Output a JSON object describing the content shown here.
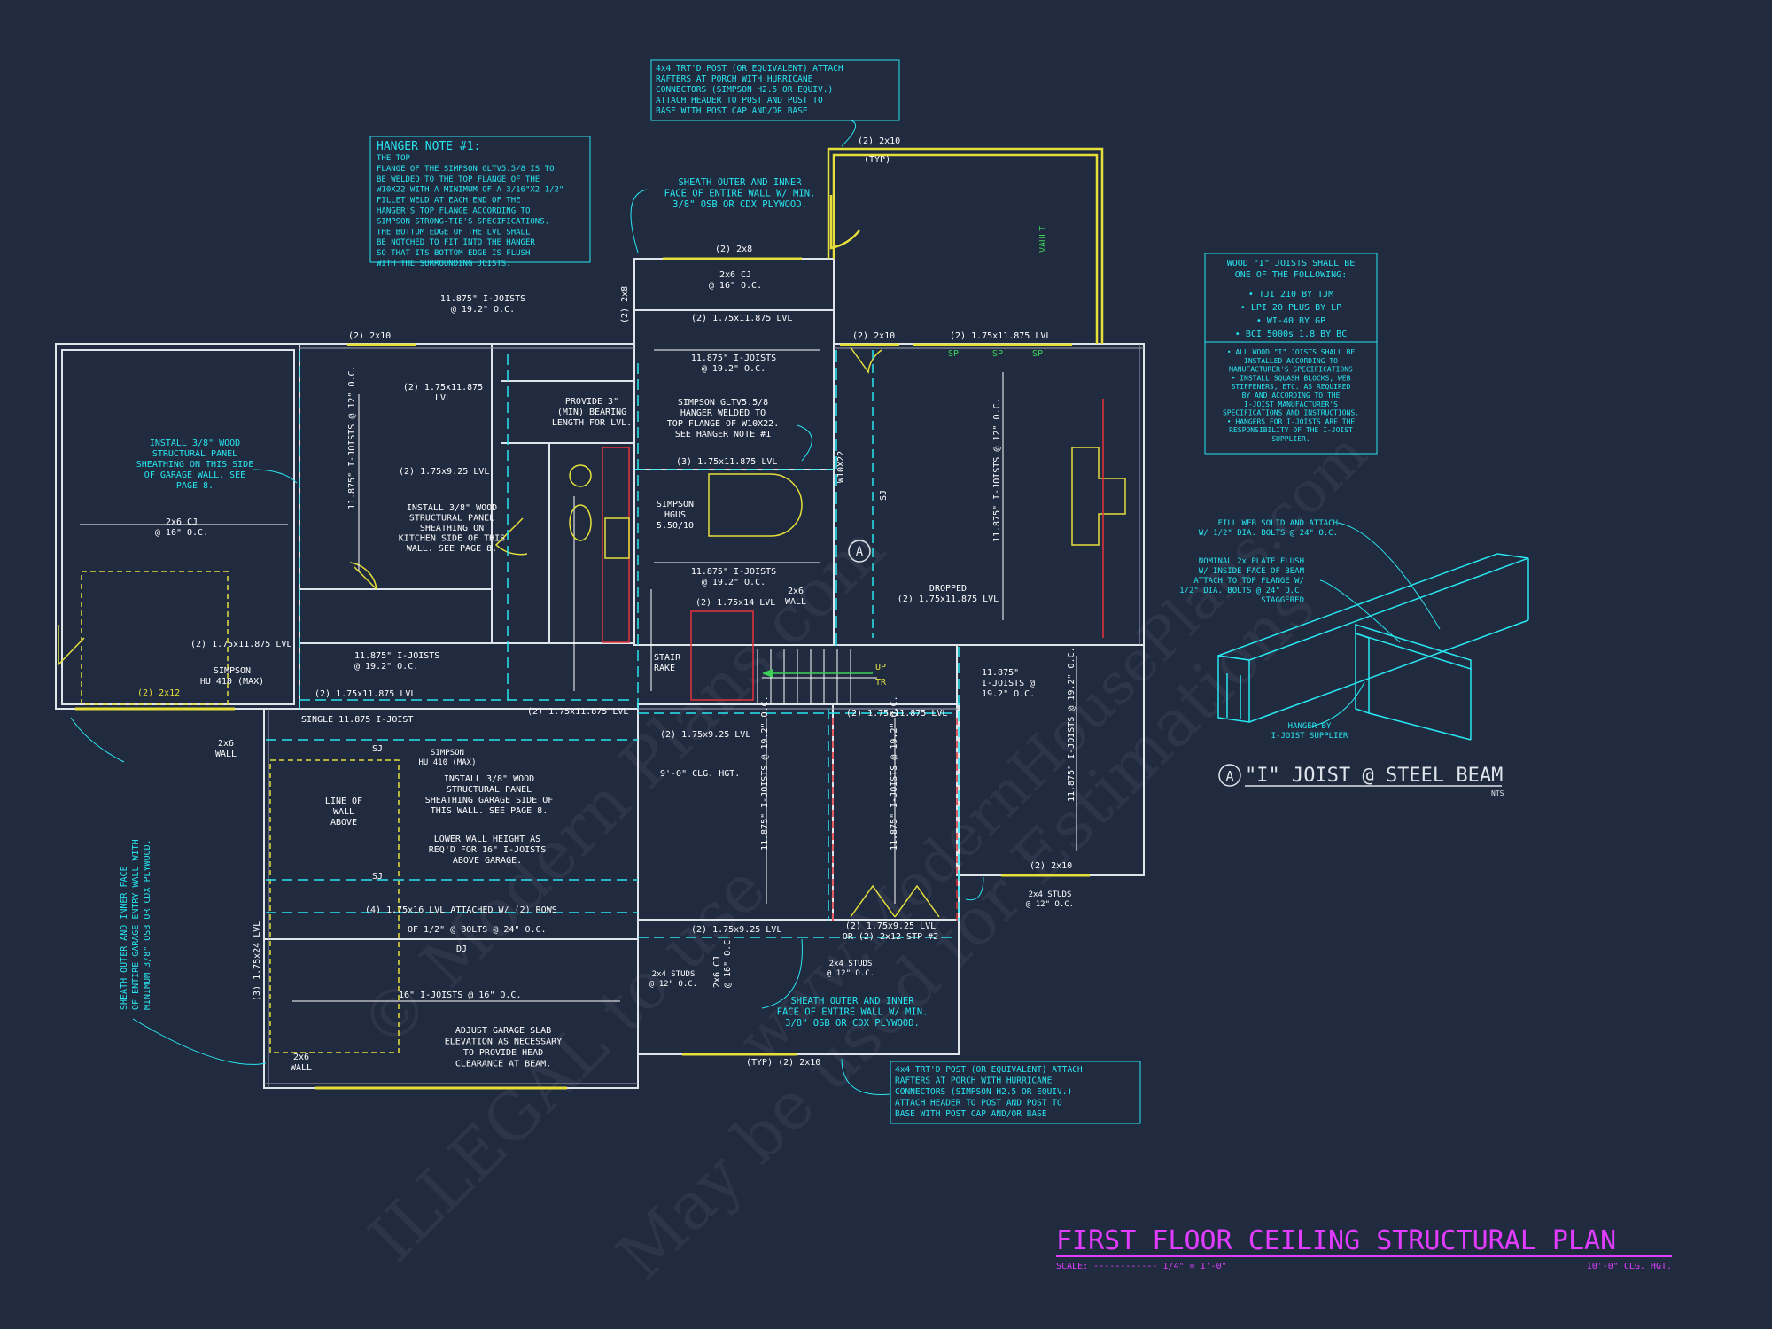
{
  "title": "FIRST FLOOR CEILING STRUCTURAL PLAN",
  "scale_text": "SCALE: ------------ 1/4\" = 1'-0\"",
  "ceiling_height_text": "10'-0\" CLG. HGT.",
  "watermarks": [
    "ILLEGAL to use",
    "May be used for Estimations",
    "© Modern Plans.com",
    "www.ModernHousePlans.com"
  ],
  "colors": {
    "background": "#212b40",
    "wall": "#dfe3ea",
    "annotation": "#28e6f0",
    "header": "#e6df3a",
    "title": "#e23cff",
    "dimension": "#ffffff",
    "accent_red": "#e5323a",
    "accent_green": "#3dd35a"
  },
  "hanger_note": {
    "heading": "HANGER NOTE #1:",
    "lines": [
      "THE TOP",
      "FLANGE OF THE SIMPSON GLTV5.5/8 IS TO",
      "BE WELDED TO THE TOP FLANGE OF THE",
      "W10X22 WITH A MINIMUM OF A 3/16\"X2 1/2\"",
      "FILLET WELD AT EACH END OF THE",
      "HANGER'S TOP FLANGE ACCORDING TO",
      "SIMPSON STRONG-TIE'S SPECIFICATIONS.",
      "THE BOTTOM EDGE OF THE LVL SHALL",
      "BE NOTCHED TO FIT INTO THE HANGER",
      "SO THAT ITS BOTTOM EDGE IS FLUSH",
      "WITH THE SURROUNDING JOISTS."
    ]
  },
  "post_note_top": [
    "4x4 TRT'D POST (OR EQUIVALENT) ATTACH",
    "RAFTERS AT PORCH WITH HURRICANE",
    "CONNECTORS (SIMPSON H2.5 OR EQUIV.)",
    "ATTACH HEADER TO POST AND POST TO",
    "BASE WITH POST CAP AND/OR BASE"
  ],
  "post_note_bottom": [
    "4x4 TRT'D POST (OR EQUIVALENT) ATTACH",
    "RAFTERS AT PORCH WITH HURRICANE",
    "CONNECTORS (SIMPSON H2.5 OR EQUIV.)",
    "ATTACH HEADER TO POST AND POST TO",
    "BASE WITH POST CAP AND/OR BASE"
  ],
  "joist_box": {
    "heading": [
      "WOOD \"I\" JOISTS SHALL BE",
      "ONE OF THE FOLLOWING:"
    ],
    "products": [
      "• TJI 210 BY TJM",
      "• LPI 20 PLUS BY LP",
      "• WI-40 BY GP",
      "• BCI 5000s 1.8 BY BC"
    ],
    "notes": [
      "• ALL WOOD \"I\" JOISTS SHALL BE",
      "INSTALLED ACCORDING TO",
      "MANUFACTURER'S SPECIFICATIONS",
      "• INSTALL SQUASH BLOCKS, WEB",
      "STIFFENERS, ETC. AS REQUIRED",
      "BY AND ACCORDING TO THE",
      "I-JOIST MANUFACTURER'S",
      "SPECIFICATIONS AND INSTRUCTIONS.",
      "• HANGERS FOR I-JOISTS ARE THE",
      "RESPONSIBILITY OF THE I-JOIST",
      "SUPPLIER."
    ]
  },
  "detail": {
    "note_weld": [
      "FILL WEB SOLID AND ATTACH",
      "W/ 1/2\" DIA. BOLTS @ 24\" O.C."
    ],
    "note_plate": [
      "NOMINAL 2x PLATE FLUSH",
      "W/ INSIDE FACE OF BEAM",
      "ATTACH TO TOP FLANGE W/",
      "1/2\" DIA. BOLTS @ 24\" O.C.",
      "STAGGERED"
    ],
    "note_hanger": [
      "HANGER BY",
      "I-JOIST SUPPLIER"
    ],
    "marker": "A",
    "title": "\"I\" JOIST @ STEEL BEAM",
    "nts": "NTS"
  },
  "left_notes": {
    "garage_sheathing": [
      "INSTALL 3/8\" WOOD",
      "STRUCTURAL PANEL",
      "SHEATHING ON THIS SIDE",
      "OF GARAGE WALL. SEE",
      "PAGE 8."
    ],
    "garage_cj": [
      "2x6 CJ",
      "@ 16\" O.C."
    ],
    "simpson_hu": [
      "SIMPSON",
      "HU 410 (MAX)"
    ],
    "lvl_garage_top": "(2) 1.75x11.875 LVL",
    "header_2x12": "(2) 2x12",
    "wall_2x6_a": [
      "2x6",
      "WALL"
    ],
    "vertical_sheath": [
      "SHEATH OUTER AND INNER FACE",
      "OF ENTIRE GARAGE ENTRY WALL WITH",
      "MINIMUM 3/8\" OSB OR CDX PLYWOOD."
    ]
  },
  "mid_notes": {
    "hdr_2x10_a": "(2) 2x10",
    "lvl_a": [
      "(2) 1.75x11.875",
      "LVL"
    ],
    "ijoist_a": "11.875\" I-JOISTS @ 12\" O.C.",
    "lvl_925": "(2) 1.75x9.25 LVL",
    "kitchen_sheath": [
      "INSTALL 3/8\" WOOD",
      "STRUCTURAL PANEL",
      "SHEATHING ON",
      "KITCHEN SIDE OF THIS",
      "WALL. SEE PAGE 8."
    ],
    "ijoist_192_a": [
      "11.875\" I-JOISTS",
      "@ 19.2\" O.C."
    ],
    "bearing": [
      "PROVIDE 3\"",
      "(MIN) BEARING",
      "LENGTH FOR LVL."
    ],
    "ijoist_b": [
      "11.875\" I-JOISTS",
      "@ 19.2\" O.C."
    ],
    "lvl_b": "(2) 1.75x11.875 LVL",
    "single_joist": "SINGLE 11.875 I-JOIST",
    "simpson_hu_b": [
      "SIMPSON",
      "HU 410 (MAX)"
    ],
    "lvl_c": "(2) 1.75x11.875 LVL",
    "lvl_d": "(2) 1.75x9.25 LVL",
    "ijoist_c": "11.875\" I-JOISTS @ 19.2\" O.C."
  },
  "center_notes": {
    "sheath_top": [
      "SHEATH OUTER AND INNER",
      "FACE OF ENTIRE WALL W/ MIN.",
      "3/8\" OSB OR CDX PLYWOOD."
    ],
    "hdr_2x8": "(2) 2x8",
    "hdr_2x8_vert": "(2) 2x8",
    "cj_2x6": [
      "2x6 CJ",
      "@ 16\" O.C."
    ],
    "lvl_top": "(2) 1.75x11.875 LVL",
    "ijoist_top": [
      "11.875\" I-JOISTS",
      "@ 19.2\" O.C."
    ],
    "gltv": [
      "SIMPSON GLTV5.5/8",
      "HANGER WELDED TO",
      "TOP FLANGE OF W10X22.",
      "SEE HANGER NOTE #1"
    ],
    "lvl_mid": "(3) 1.75x11.875 LVL",
    "hgus": [
      "SIMPSON",
      "HGUS",
      "5.50/10"
    ],
    "ijoist_mid": [
      "11.875\" I-JOISTS",
      "@ 19.2\" O.C."
    ],
    "wall_2x6": [
      "2x6",
      "WALL"
    ],
    "lvl_1475": "(2) 1.75x14 LVL",
    "beam": "W10X22",
    "sj": "SJ",
    "stair": [
      "STAIR",
      "RAKE"
    ],
    "up": "UP",
    "tr": "TR"
  },
  "porch_notes": {
    "hdr_2x10": "(2) 2x10",
    "typ": "(TYP)",
    "vault": "VAULT",
    "hdr_2x10_b": "(2) 2x10",
    "lvl_right": "(2) 1.75x11.875 LVL",
    "sp": "SP"
  },
  "right_notes": {
    "ijoist_right": "11.875\" I-JOISTS @ 12\" O.C.",
    "dropped": [
      "DROPPED",
      "(2) 1.75x11.875 LVL"
    ],
    "ijoist_right_b": [
      "11.875\"",
      "I-JOISTS @",
      "19.2\" O.C."
    ],
    "ijoist_right_c": "11.875\" I-JOISTS @ 19.2\" O.C.",
    "hdr_bottom": "(2) 2x10",
    "studs": [
      "2x4 STUDS",
      "@ 12\" O.C."
    ]
  },
  "garage_notes": {
    "line_of_wall": [
      "LINE OF",
      "WALL",
      "ABOVE"
    ],
    "garage_sheath": [
      "INSTALL 3/8\" WOOD",
      "STRUCTURAL PANEL",
      "SHEATHING GARAGE SIDE OF",
      "THIS WALL. SEE PAGE 8."
    ],
    "lower_wall": [
      "LOWER WALL HEIGHT AS",
      "REQ'D FOR 16\" I-JOISTS",
      "ABOVE GARAGE."
    ],
    "sj": "SJ",
    "rows": "(4) 1.75x16 LVL ATTACHED W/ (2) ROWS",
    "bolts": "OF 1/2\" @ BOLTS @ 24\" O.C.",
    "dj": "DJ",
    "joists16": "16\" I-JOISTS @ 16\" O.C.",
    "lvl24": "(3) 1.75x24 LVL",
    "slab": [
      "ADJUST GARAGE SLAB",
      "ELEVATION AS NECESSARY",
      "TO PROVIDE HEAD",
      "CLEARANCE AT BEAM."
    ],
    "wall_2x6": [
      "2x6",
      "WALL"
    ],
    "clg_hgt": "9'-0\" CLG. HGT.",
    "ijoist_g1": "11.875\" I-JOISTS @ 19.2\" O.C.",
    "ijoist_g2": "11.875\" I-JOISTS @ 19.2\" O.C.",
    "lvl_g": "(2) 1.75x11.875 LVL",
    "lvl_g2": "(2) 1.75x9.25 LVL",
    "lvl_g3": [
      "(2) 1.75x9.25 LVL",
      "OR (2) 2x12 STP #2"
    ],
    "studs_a": [
      "2x4 STUDS",
      "@ 12\" O.C."
    ],
    "studs_b": [
      "2x4 STUDS",
      "@ 12\" O.C."
    ],
    "cj": [
      "2x6 CJ",
      "@ 16\" O.C."
    ],
    "sheath_bottom": [
      "SHEATH OUTER AND INNER",
      "FACE OF ENTIRE WALL W/ MIN.",
      "3/8\" OSB OR CDX PLYWOOD."
    ],
    "typ_2x10": "(TYP) (2) 2x10"
  }
}
